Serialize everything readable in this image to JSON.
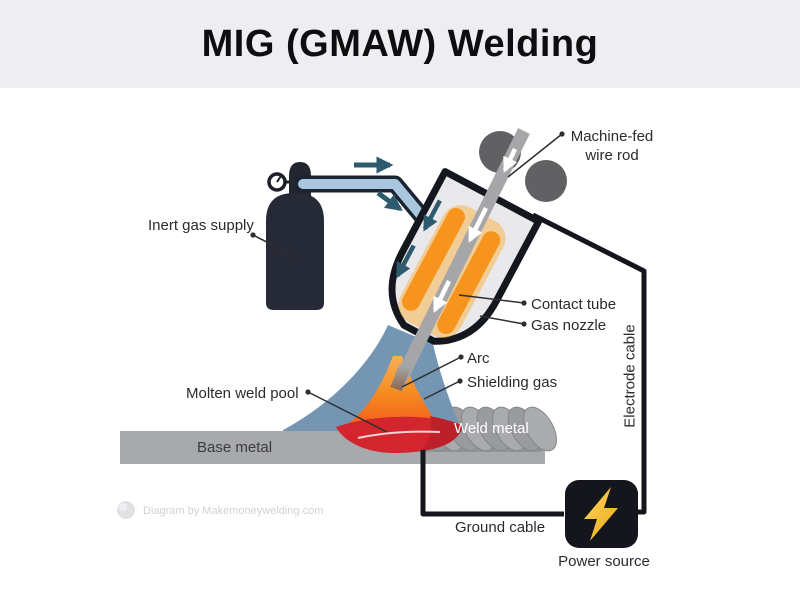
{
  "header": {
    "title": "MIG (GMAW) Welding"
  },
  "labels": {
    "machine_fed_line1": "Machine-fed",
    "machine_fed_line2": "wire rod",
    "inert_gas_supply": "Inert gas supply",
    "contact_tube": "Contact tube",
    "gas_nozzle": "Gas nozzle",
    "arc": "Arc",
    "shielding_gas": "Shielding gas",
    "molten_weld_pool": "Molten weld pool",
    "base_metal": "Base metal",
    "weld_metal": "Weld metal",
    "electrode_cable": "Electrode cable",
    "ground_cable": "Ground cable",
    "power_source": "Power source"
  },
  "watermark": {
    "text": "Diagram by Makemoneywelding.com"
  },
  "colors": {
    "header_bg": "#EEEDF0",
    "cylinder_dark": "#262A37",
    "hose_blue": "#A9C7DF",
    "gas_arrow_teal": "#2E5A6E",
    "torch_fill": "#E9E9EB",
    "contact_tube_orange": "#F7941E",
    "shielding_gas_blue": "#7496B3",
    "arc_orange": "#F68C1F",
    "molten_pool_red": "#D2252D",
    "metal_gray": "#A7A9AC",
    "roller_gray": "#616164",
    "cable_black": "#15161D",
    "bolt_yellow": "#F7C51E"
  }
}
